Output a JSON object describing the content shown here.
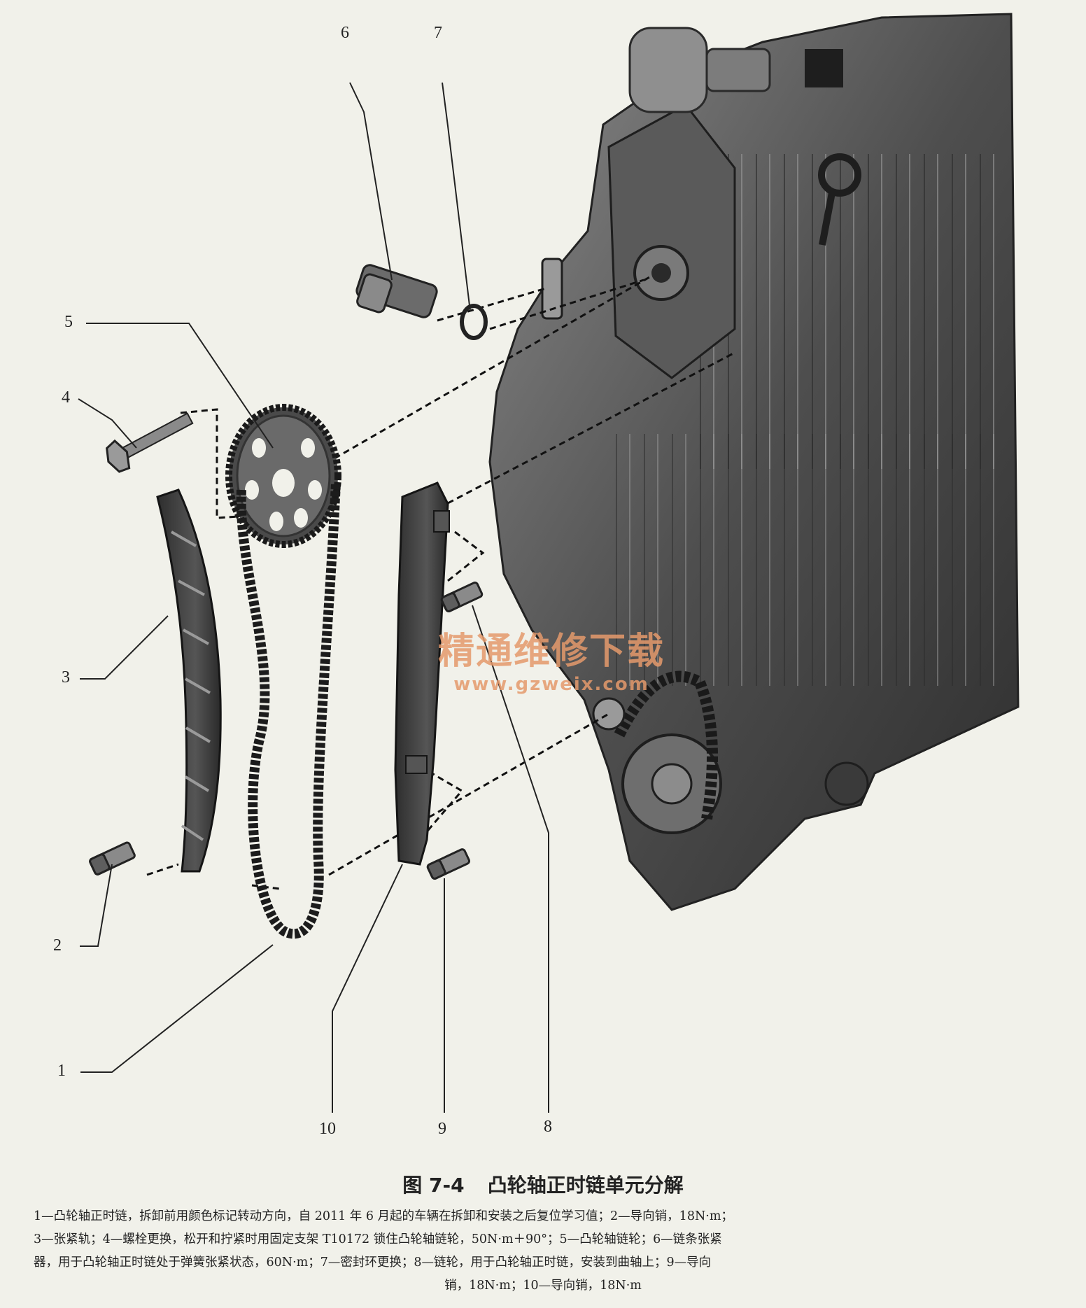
{
  "figure": {
    "number": "图 7-4",
    "title": "凸轮轴正时链单元分解"
  },
  "callouts": [
    "1",
    "2",
    "3",
    "4",
    "5",
    "6",
    "7",
    "8",
    "9",
    "10"
  ],
  "legend_lines": [
    "1—凸轮轴正时链，拆卸前用颜色标记转动方向，自 2011 年 6 月起的车辆在拆卸和安装之后复位学习值；2—导向销，18N·m；",
    "3—张紧轨；4—螺栓更换，松开和拧紧时用固定支架 T10172 锁住凸轮轴链轮，50N·m＋90°；5—凸轮轴链轮；6—链条张紧",
    "器，用于凸轮轴正时链处于弹簧张紧状态，60N·m；7—密封环更换；8—链轮，用于凸轮轴正时链，安装到曲轴上；9—导向",
    "销，18N·m；10—导向销，18N·m"
  ],
  "watermark": {
    "title": "精通维修下载",
    "url": "www.gzweix.com"
  },
  "colors": {
    "background": "#f1f1ea",
    "engine_dark": "#3d3d3d",
    "engine_mid": "#6b6b6b",
    "watermark": "#e59a6c"
  }
}
